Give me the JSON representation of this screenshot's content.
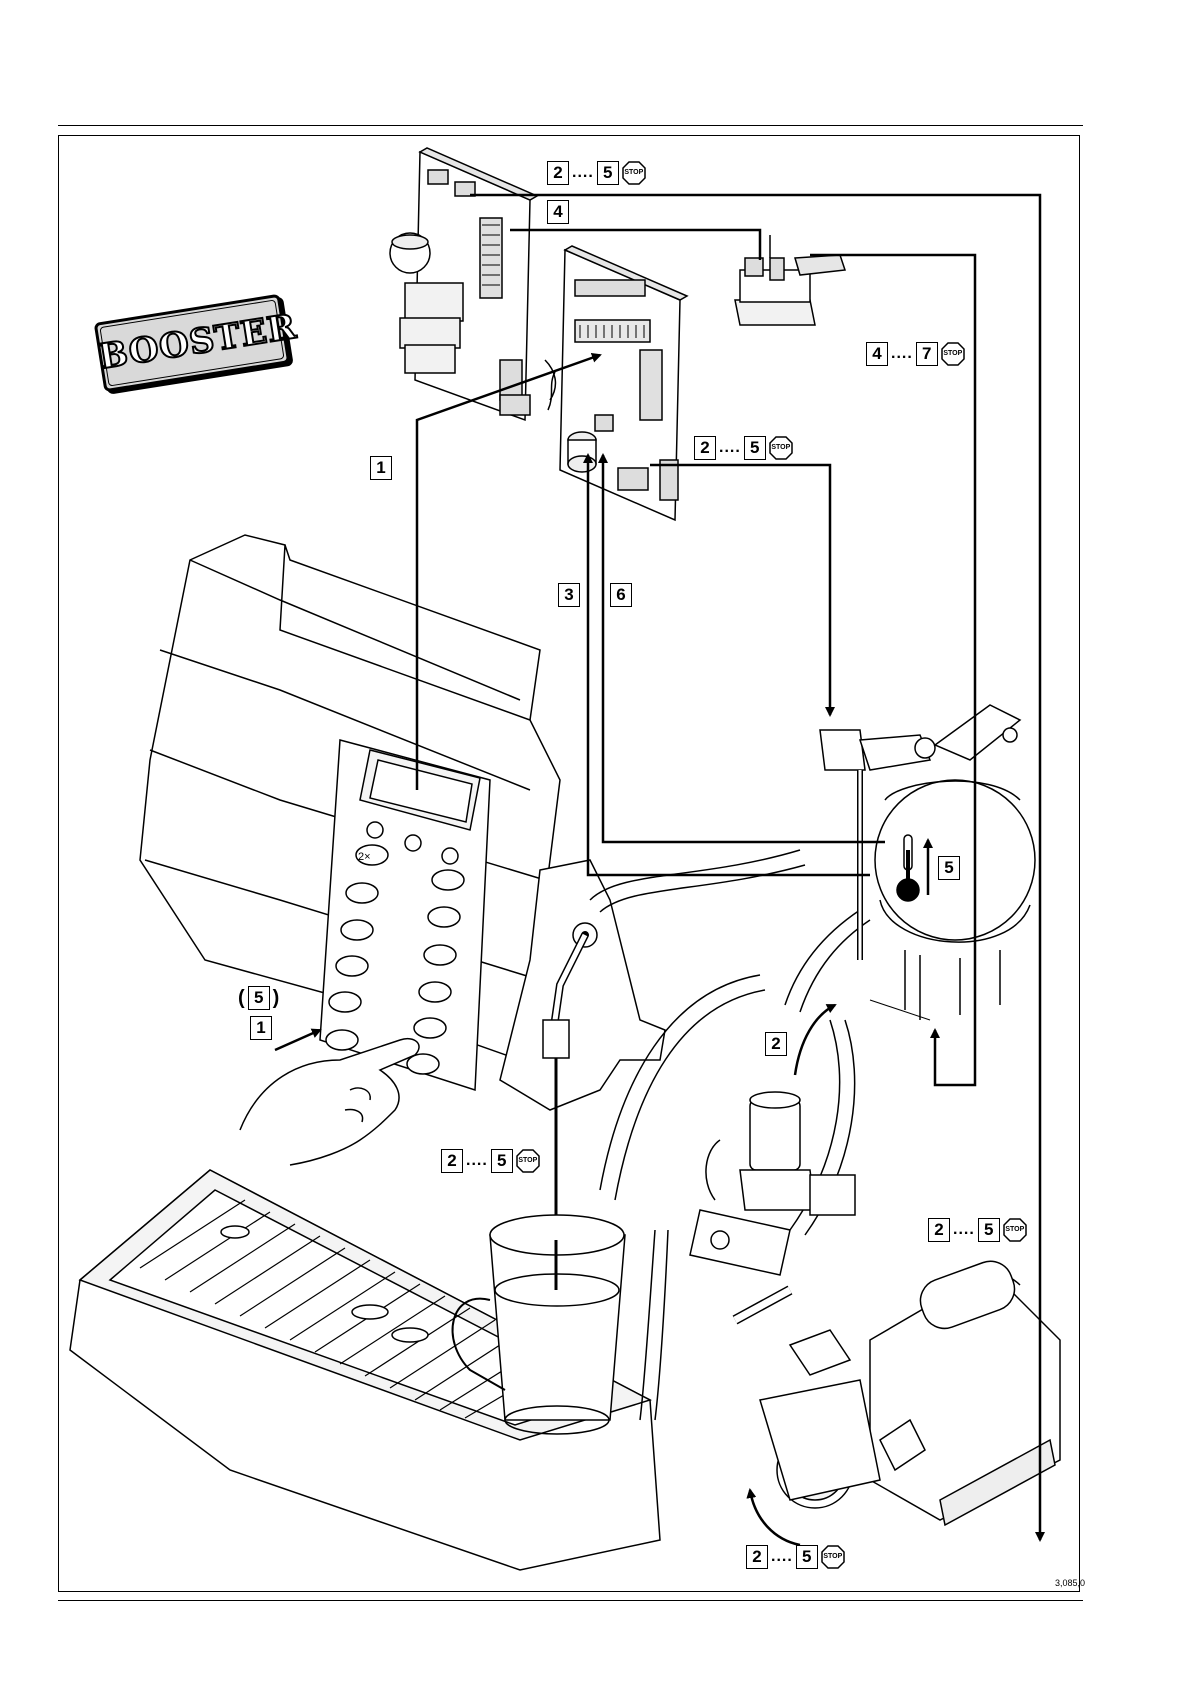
{
  "badge": {
    "text": "BOOSTER"
  },
  "callouts": {
    "top_2_5": {
      "from": "2",
      "dots": "....",
      "to": "5",
      "stop": "STOP"
    },
    "top_4": {
      "num": "4"
    },
    "right_4_7": {
      "from": "4",
      "dots": "....",
      "to": "7",
      "stop": "STOP"
    },
    "board_2_5": {
      "from": "2",
      "dots": "....",
      "to": "5",
      "stop": "STOP"
    },
    "left_1": {
      "num": "1"
    },
    "wire_3": {
      "num": "3"
    },
    "wire_6": {
      "num": "6"
    },
    "boiler_5": {
      "num": "5"
    },
    "button_paren": {
      "open": "(",
      "num": "5",
      "close": ")"
    },
    "button_1": {
      "num": "1"
    },
    "pipe_2": {
      "num": "2"
    },
    "glass_2_5": {
      "from": "2",
      "dots": "....",
      "to": "5",
      "stop": "STOP"
    },
    "pump_2_5": {
      "from": "2",
      "dots": "....",
      "to": "5",
      "stop": "STOP"
    },
    "bottom_2_5": {
      "from": "2",
      "dots": "....",
      "to": "5",
      "stop": "STOP"
    }
  },
  "figure_code": "3,085,0"
}
